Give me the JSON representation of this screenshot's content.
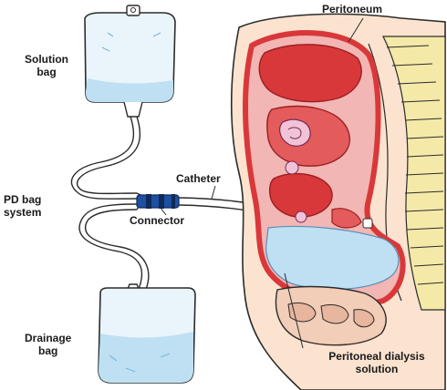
{
  "labels": {
    "solution_bag": [
      "Solution",
      "bag"
    ],
    "pd_bag_system": [
      "PD bag",
      "system"
    ],
    "drainage_bag": [
      "Drainage",
      "bag"
    ],
    "catheter": "Catheter",
    "connector": "Connector",
    "peritoneum": "Peritoneum",
    "peritoneal_dialysis_solution": [
      "Peritoneal dialysis",
      "solution"
    ]
  },
  "colors": {
    "bag_fill": "#eaf4fb",
    "fluid": "#bfe0f3",
    "outline": "#2b2b2b",
    "organ_red": "#d9383a",
    "organ_pink": "#f2b6b4",
    "spine_yellow": "#f5e9a8",
    "connector_blue": "#1f4fa0",
    "skin": "#fbe3cf"
  }
}
